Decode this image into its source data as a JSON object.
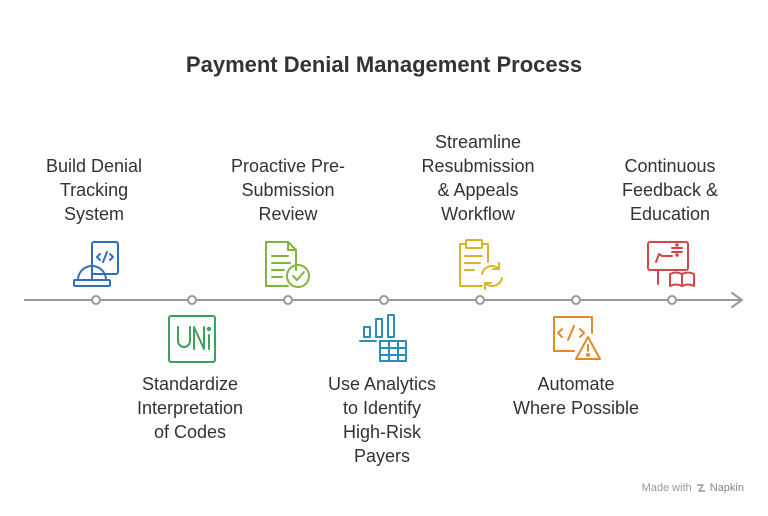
{
  "title": "Payment Denial Management Process",
  "steps": [
    {
      "label": "Build Denial\nTracking\nSystem",
      "position": "above",
      "color": "#2f6fc0",
      "icon": "builder-code-icon"
    },
    {
      "label": "Standardize\nInterpretation\nof Codes",
      "position": "below",
      "color": "#3aa35c",
      "icon": "unicode-icon"
    },
    {
      "label": "Proactive Pre-\nSubmission\nReview",
      "position": "above",
      "color": "#7fb53a",
      "icon": "document-check-icon"
    },
    {
      "label": "Use Analytics\nto Identify\nHigh-Risk\nPayers",
      "position": "below",
      "color": "#2a8fb8",
      "icon": "analytics-table-icon"
    },
    {
      "label": "Streamline\nResubmission\n& Appeals\nWorkflow",
      "position": "above",
      "color": "#d9b429",
      "icon": "clipboard-cycle-icon"
    },
    {
      "label": "Automate\nWhere Possible",
      "position": "below",
      "color": "#e08a2c",
      "icon": "code-warning-icon"
    },
    {
      "label": "Continuous\nFeedback &\nEducation",
      "position": "above",
      "color": "#d6454a",
      "icon": "teaching-icon"
    }
  ],
  "footer": {
    "made_with": "Made with",
    "brand": "Napkin"
  }
}
